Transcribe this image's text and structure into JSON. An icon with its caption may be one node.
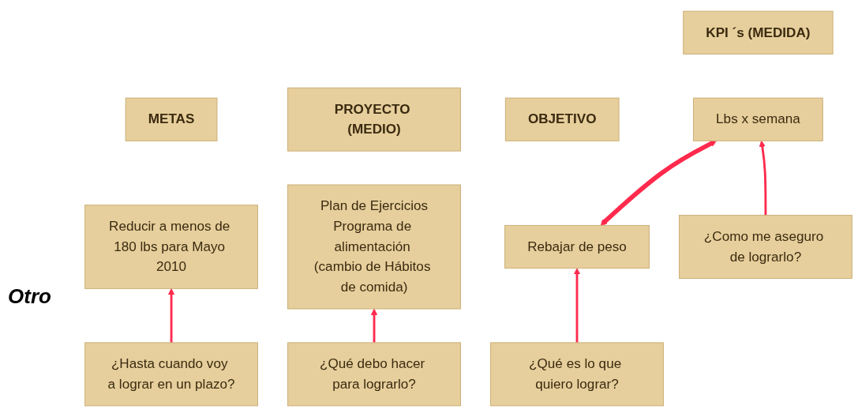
{
  "diagram": {
    "nodes": [
      {
        "text": [
          "OBJETIVO"
        ]
      },
      {
        "text": [
          "KPI ´s (MEDIDA)"
        ]
      },
      {
        "text": [
          "METAS"
        ]
      },
      {
        "text": [
          "PROYECTO (MEDIO)"
        ]
      },
      {
        "text": [
          "Rebajar de peso"
        ]
      },
      {
        "text": [
          "Lbs x semana"
        ]
      },
      {
        "text": [
          "Reducir a menos de 180 lbs para Mayo 2010"
        ]
      },
      {
        "text": [
          "Plan de Ejercicios",
          "Programa de alimentación (cambio de Hábitos de comida)"
        ]
      },
      {
        "text": [
          "¿Qué es lo que quiero lograr?"
        ]
      },
      {
        "text": [
          "¿Como me aseguro de lograrlo?"
        ]
      },
      {
        "text": [
          "¿Hasta cuando voy a lograr en un plazo?"
        ]
      },
      {
        "text": [
          "¿Qué debo hacer para lograrlo?"
        ]
      }
    ],
    "edges": [
      {
        "from": 4,
        "to": 5,
        "arrow": "both",
        "style": "thick"
      },
      {
        "from": 8,
        "to": 4,
        "arrow": "to"
      },
      {
        "from": 9,
        "to": 5,
        "arrow": "to"
      },
      {
        "from": 10,
        "to": 6,
        "arrow": "to"
      },
      {
        "from": 11,
        "to": 7,
        "arrow": "to"
      }
    ],
    "labels": [
      "Otro"
    ]
  }
}
